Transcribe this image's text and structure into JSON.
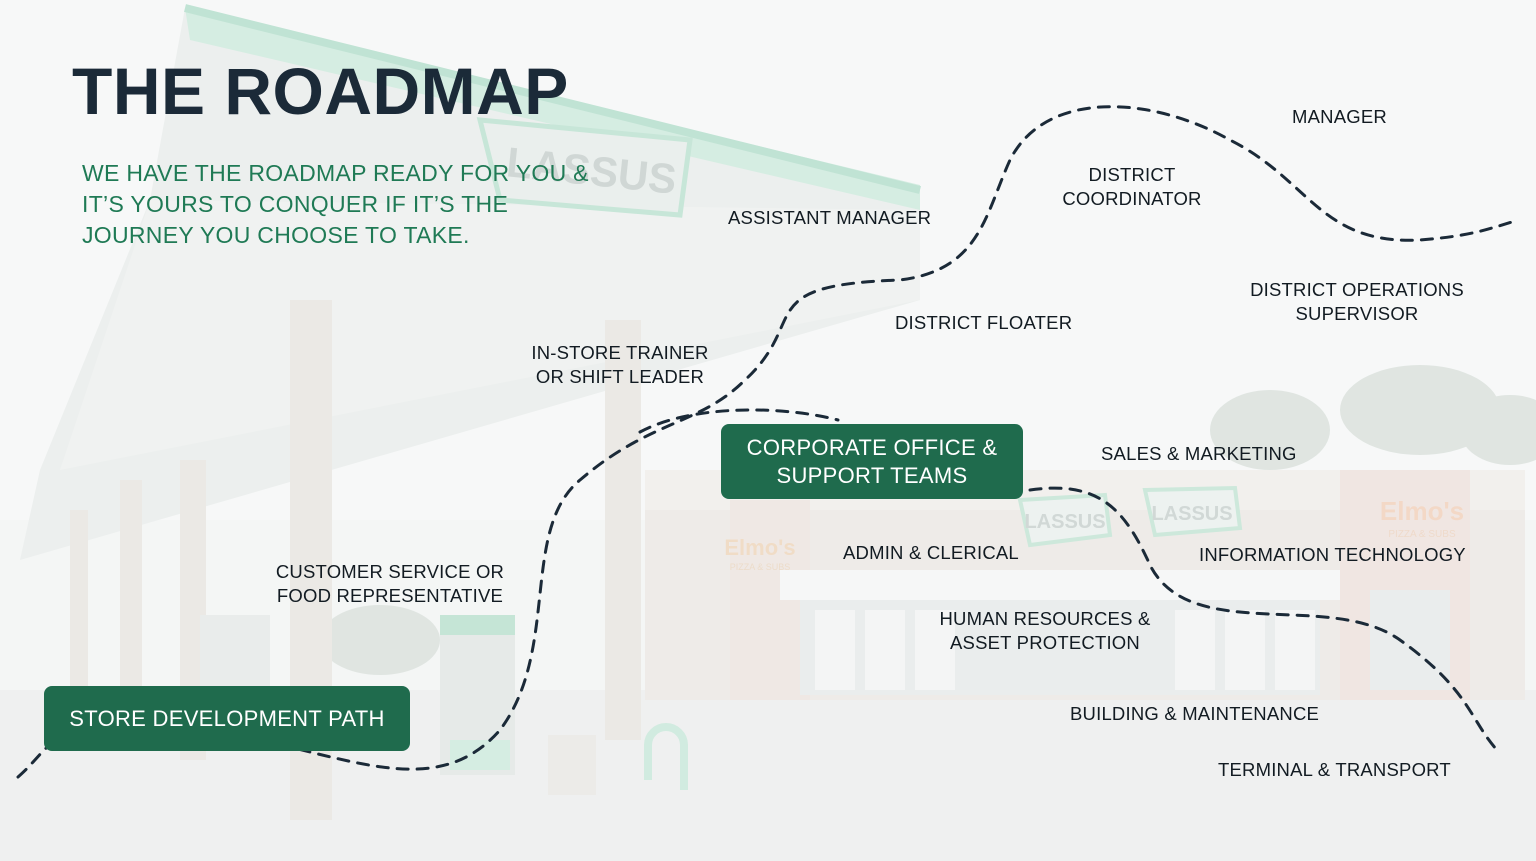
{
  "title": "THE ROADMAP",
  "tagline": "WE HAVE THE ROADMAP READY FOR YOU & IT’S YOURS TO CONQUER IF IT’S THE JOURNEY YOU CHOOSE TO TAKE.",
  "paths": {
    "store": {
      "label": "STORE DEVELOPMENT PATH",
      "color": "#1f6b4d",
      "steps": [
        "CUSTOMER SERVICE OR FOOD REPRESENTATIVE",
        "IN-STORE TRAINER OR SHIFT LEADER",
        "ASSISTANT MANAGER",
        "DISTRICT FLOATER",
        "DISTRICT COORDINATOR",
        "MANAGER",
        "DISTRICT OPERATIONS SUPERVISOR"
      ]
    },
    "corporate": {
      "label": "CORPORATE OFFICE & SUPPORT TEAMS",
      "color": "#1f6b4d",
      "teams": [
        "ADMIN & CLERICAL",
        "SALES & MARKETING",
        "HUMAN RESOURCES & ASSET PROTECTION",
        "INFORMATION TECHNOLOGY",
        "BUILDING & MAINTENANCE",
        "TERMINAL & TRANSPORT"
      ]
    }
  },
  "background": {
    "brand_sign": "LASSUS",
    "store_sign": "Elmo's",
    "store_sign_sub": "PIZZA & SUBS",
    "accent_color": "#3fb58b",
    "path_line_color": "#1b2a38"
  }
}
